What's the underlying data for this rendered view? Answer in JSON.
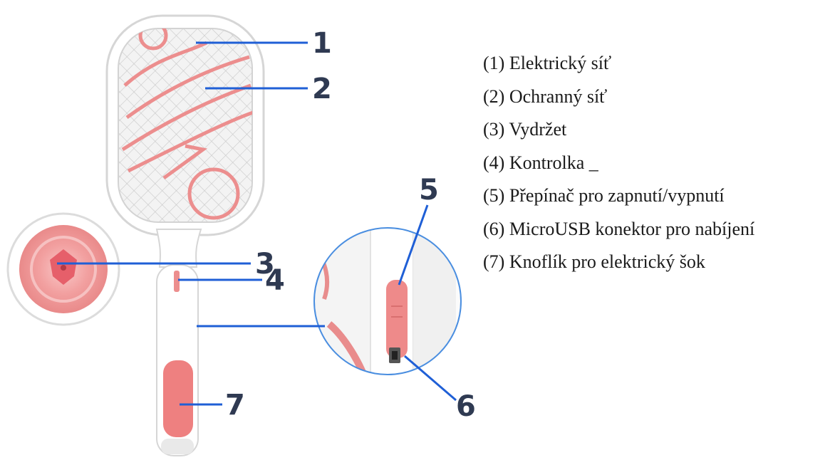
{
  "callouts": [
    {
      "number": "1",
      "text": "(1) Elektrický síť"
    },
    {
      "number": "2",
      "text": "(2) Ochranný síť"
    },
    {
      "number": "3",
      "text": "(3) Vydržet"
    },
    {
      "number": "4",
      "text": "(4) Kontrolka _"
    },
    {
      "number": "5",
      "text": "(5) Přepínač pro zapnutí/vypnutí"
    },
    {
      "number": "6",
      "text": "(6) MicroUSB konektor pro nabíjení"
    },
    {
      "number": "7",
      "text": "(7) Knoflík pro elektrický šok"
    }
  ],
  "colors": {
    "callout_line": "#1f5fd6",
    "callout_number": "#2f3a52",
    "accent_pink": "#ef7f7f",
    "racket_body": "#ffffff",
    "zoom_circle_border": "#4a8ee0"
  }
}
